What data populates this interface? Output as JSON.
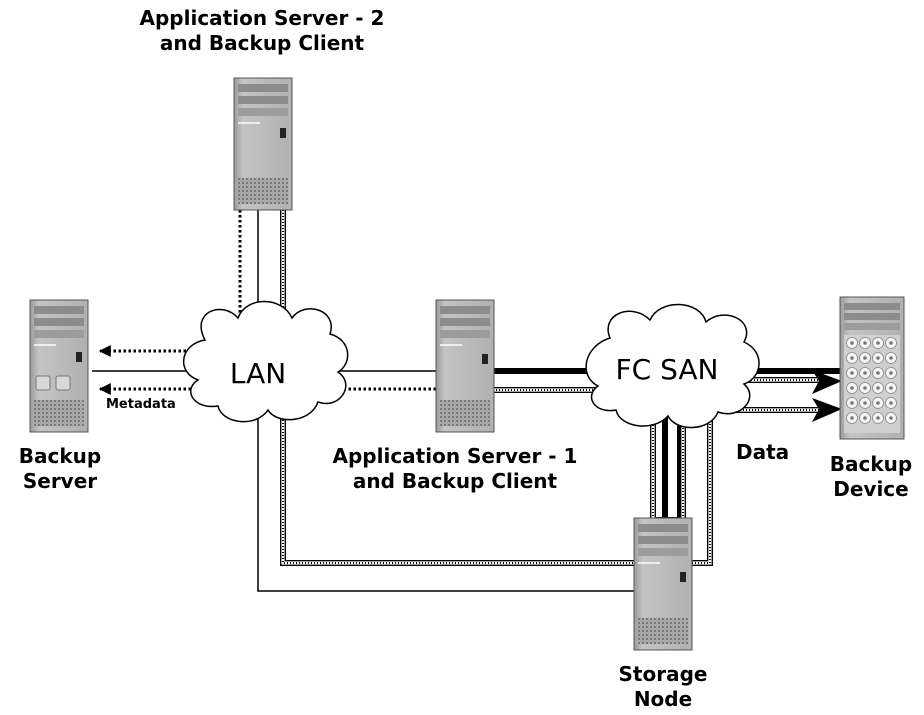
{
  "labels": {
    "app_server_2": {
      "line1": "Application Server - 2",
      "line2": "and Backup Client"
    },
    "app_server_1": {
      "line1": "Application Server - 1",
      "line2": "and Backup Client"
    },
    "backup_server": {
      "line1": "Backup",
      "line2": "Server"
    },
    "backup_device": {
      "line1": "Backup",
      "line2": "Device"
    },
    "storage_node": {
      "line1": "Storage",
      "line2": "Node"
    },
    "metadata": "Metadata",
    "data": "Data",
    "lan": "LAN",
    "fc_san": "FC SAN"
  }
}
